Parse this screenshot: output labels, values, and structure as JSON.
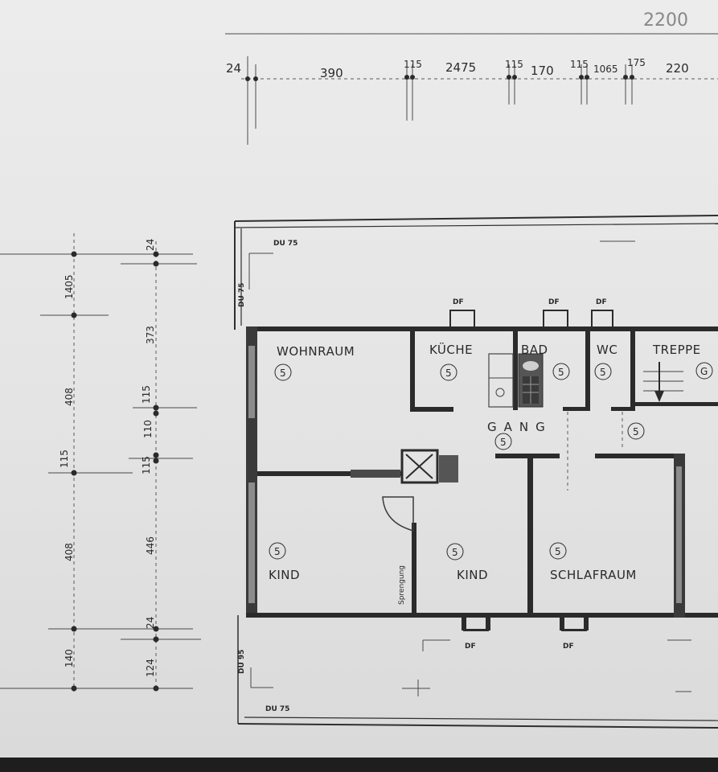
{
  "sheet": {
    "corner_number": "2200",
    "top_dimensions": [
      "24",
      "390",
      "115",
      "2475",
      "115",
      "170",
      "115",
      "1065",
      "175",
      "220"
    ],
    "left_dimensions_outer": [
      "1405",
      "408",
      "115",
      "408",
      "140"
    ],
    "left_dimensions_inner": [
      "24",
      "373",
      "115",
      "110",
      "115",
      "446",
      "24",
      "124"
    ]
  },
  "rooms": [
    {
      "name": "WOHNRAUM",
      "marker": "5"
    },
    {
      "name": "KÜCHE",
      "marker": "5"
    },
    {
      "name": "BAD",
      "marker": "5"
    },
    {
      "name": "WC",
      "marker": "5"
    },
    {
      "name": "TREPPE",
      "marker": "G"
    },
    {
      "name": "GANG",
      "marker": "5"
    },
    {
      "name": "KIND",
      "marker": "5"
    },
    {
      "name": "KIND",
      "marker": "5"
    },
    {
      "name": "SCHLAFRAUM",
      "marker": "5"
    }
  ],
  "annotations": {
    "df": "DF",
    "du75_top": "DU 75",
    "du75_side": "DU 75",
    "du75_bottom": "DU 75",
    "du95_side": "DU 95",
    "second_gang_marker": "5",
    "door_note": "Sprengung"
  }
}
